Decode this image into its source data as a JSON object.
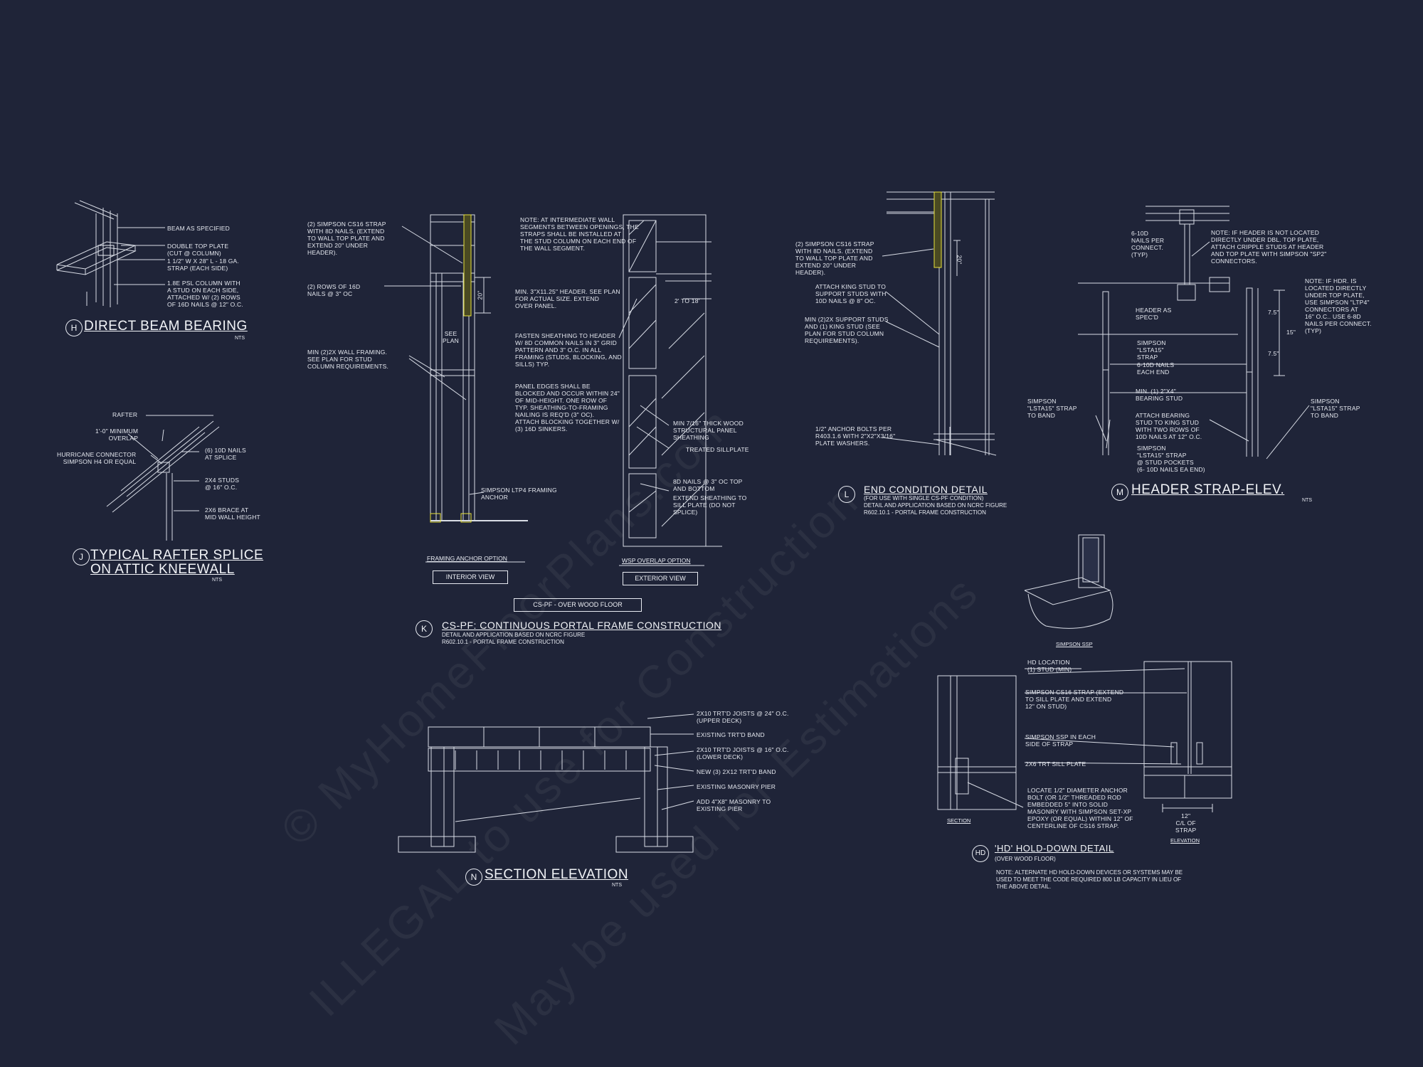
{
  "watermark": {
    "line1": "© MyHomeFloorPlans.com",
    "line2": "ILLEGAL to use for Construction",
    "line3": "May be used for Estimations"
  },
  "detail_h": {
    "tag": "H",
    "title": "DIRECT BEAM BEARING",
    "nts": "NTS",
    "notes": [
      "BEAM AS SPECIFIED",
      "DOUBLE TOP PLATE\n(CUT @ COLUMN)",
      "1 1/2\" W x 28\" L - 18 GA.\nSTRAP (EACH SIDE)",
      "1.8E PSL COLUMN WITH\nA STUD ON EACH SIDE,\nATTACHED W/ (2) ROWS\nOF 16d NAILS @ 12\" O.C."
    ]
  },
  "detail_j": {
    "tag": "J",
    "title_line1": "TYPICAL RAFTER SPLICE",
    "title_line2": "ON ATTIC KNEEWALL",
    "nts": "NTS",
    "notes": [
      "RAFTER",
      "1'-0\" MINIMUM\nOVERLAP",
      "HURRICANE CONNECTOR\nSIMPSON H4 OR EQUAL",
      "(6) 10d NAILS\nAT SPLICE",
      "2x4 STUDS\n@ 16\" O.C.",
      "2x6 BRACE AT\nMID WALL HEIGHT"
    ]
  },
  "detail_k": {
    "tag": "K",
    "title": "CS-PF: CONTINUOUS PORTAL FRAME CONSTRUCTION",
    "subtitle": "DETAIL AND APPLICATION BASED ON NCRC FIGURE\nR602.10.1 - PORTAL FRAME CONSTRUCTION",
    "notes_left": [
      "(2) SIMPSON CS16 STRAP\nWITH 8d NAILS. (EXTEND\nTO WALL TOP PLATE AND\nEXTEND 20\" UNDER\nHEADER).",
      "(2) ROWS OF 16d\nNAILS @ 3\" OC",
      "MIN (2)2X WALL FRAMING.\nSEE PLAN FOR STUD\nCOLUMN REQUIREMENTS."
    ],
    "notes_mid": [
      "NOTE: AT INTERMEDIATE WALL\nSEGMENTS BETWEEN OPENINGS, THE\nSTRAPS SHALL BE INSTALLED AT\nTHE STUD COLUMN ON EACH END OF\nTHE WALL SEGMENT.",
      "MIN. 3\"x11.25\" HEADER. SEE PLAN\nFOR ACTUAL SIZE. EXTEND\nOVER PANEL.",
      "FASTEN SHEATHING TO HEADER\nW/ 8d COMMON NAILS IN 3\" GRID\nPATTERN AND 3\" O.C. IN ALL\nFRAMING (STUDS, BLOCKING, AND\nSILLS) TYP.",
      "PANEL EDGES SHALL BE\nBLOCKED AND OCCUR WITHIN 24\"\nOF MID-HEIGHT. ONE ROW OF\nTYP. SHEATHING-TO-FRAMING\nNAILING IS REQ'D (3\" OC).\nATTACH BLOCKING TOGETHER W/\n(3) 16d SINKERS.",
      "SIMPSON LTP4 FRAMING\nANCHOR"
    ],
    "notes_right": [
      "2' TO 18'",
      "MIN 7/16\" THICK WOOD\nSTRUCTURAL PANEL\nSHEATHING",
      "TREATED SILLPLATE",
      "8d NAILS @ 3\" OC TOP\nAND BOTTOM",
      "EXTEND SHEATHING TO\nSILL PLATE (DO NOT\nSPLICE)"
    ],
    "dim_20": "20\"",
    "see_plan": "SEE\nPLAN",
    "framing_anchor_option": "FRAMING ANCHOR OPTION",
    "wsp_overlap_option": "WSP OVERLAP OPTION",
    "interior_view": "INTERIOR VIEW",
    "exterior_view": "EXTERIOR VIEW",
    "caption": "CS-PF - OVER WOOD FLOOR"
  },
  "detail_l": {
    "tag": "L",
    "title": "END CONDITION DETAIL",
    "subtitle": "(FOR USE WITH SINGLE CS-PF CONDITION)\nDETAIL AND APPLICATION BASED ON NCRC FIGURE\nR602.10.1 - PORTAL FRAME CONSTRUCTION",
    "notes": [
      "(2) SIMPSON CS16 STRAP\nWITH 8d NAILS. (EXTEND\nTO WALL TOP PLATE AND\nEXTEND 20\" UNDER\nHEADER).",
      "ATTACH KING STUD TO\nSUPPORT STUDS WITH\n10d NAILS @ 8\" OC.",
      "MIN (2)2X SUPPORT STUDS\nAND (1) KING STUD (SEE\nPLAN FOR STUD COLUMN\nREQUIREMENTS).",
      "1/2\" ANCHOR BOLTS PER\nR403.1.6 WITH 2\"x2\"x3/16\"\nPLATE WASHERS."
    ],
    "dim_20": "20\""
  },
  "detail_m": {
    "tag": "M",
    "title": "HEADER STRAP-ELEV.",
    "nts": "NTS",
    "notes": [
      "6-10d\nNAILS PER\nCONNECT.\n(TYP)",
      "NOTE: IF HEADER IS NOT LOCATED\nDIRECTLY UNDER DBL. TOP PLATE,\nATTACH CRIPPLE STUDS AT HEADER\nAND TOP PLATE WITH SIMPSON \"SP2\"\nCONNECTORS.",
      "NOTE: IF HDR. IS\nLOCATED DIRECTLY\nUNDER TOP PLATE,\nUSE SIMPSON \"LTP4\"\nCONNECTORS AT\n16\" O.C.. USE 6-8d\nNAILS PER CONNECT.\n(TYP)",
      "HEADER AS\nSPEC'D",
      "SIMPSON\n\"LSTA15\"\nSTRAP",
      "6-10d NAILS\nEACH END",
      "MIN. (1) 2\"x4\"\nBEARING STUD",
      "SIMPSON\n\"LSTA15\" STRAP\nTO BAND",
      "ATTACH BEARING\nSTUD TO KING STUD\nWITH TWO ROWS OF\n10d NAILS AT 12\" O.C.",
      "SIMPSON\n\"LSTA15\" STRAP\n@ STUD POCKETS\n(6- 10d NAILS EA END)",
      "SIMPSON\n\"LSTA15\" STRAP\nTO BAND"
    ],
    "dims": [
      "7.5\"",
      "15\"",
      "7.5\""
    ]
  },
  "detail_n": {
    "tag": "N",
    "title": "SECTION ELEVATION",
    "nts": "NTS",
    "notes": [
      "2x10 TRT'D JOISTS @ 24\" O.C.\n(UPPER DECK)",
      "EXISTING TRT'D BAND",
      "2x10 TRT'D JOISTS @ 16\" O.C.\n(LOWER DECK)",
      "NEW (3) 2x12 TRT'D BAND",
      "EXISTING MASONRY PIER",
      "ADD 4\"x8\" MASONRY TO\nEXISTING PIER"
    ]
  },
  "detail_hd": {
    "tag": "HD",
    "title": "'HD' HOLD-DOWN DETAIL",
    "subtitle": "(OVER WOOD FLOOR)",
    "footnote": "NOTE: ALTERNATE HD HOLD-DOWN DEVICES OR SYSTEMS MAY BE\nUSED TO MEET THE CODE REQUIRED 800 LB CAPACITY IN LIEU OF\nTHE ABOVE DETAIL.",
    "simpson_ssp": "SIMPSON SSP",
    "notes": [
      "HD LOCATION\n(1) STUD (MIN)",
      "SIMPSON CS16 STRAP (EXTEND\nTO SILL PLATE AND EXTEND\n12\" ON STUD)",
      "SIMPSON SSP IN EACH\nSIDE OF STRAP",
      "2x6 TRT SILL PLATE",
      "LOCATE 1/2\" DIAMETER ANCHOR\nBOLT (OR 1/2\" THREADED ROD\nEMBEDDED 5\" INTO SOLID\nMASONRY WITH SIMPSON SET-XP\nEPOXY (OR EQUAL) WITHIN 12\" OF\nCENTERLINE OF CS16 STRAP."
    ],
    "section_label": "SECTION",
    "elevation_label": "ELEVATION",
    "dim_note": "12\"\nC/L OF\nSTRAP"
  }
}
